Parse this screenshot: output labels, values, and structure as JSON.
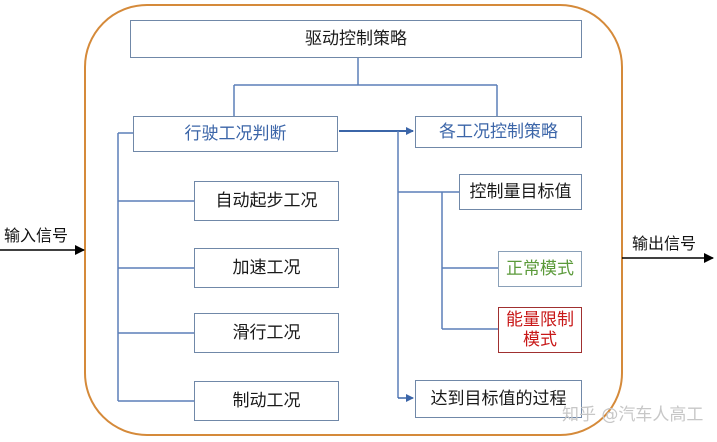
{
  "diagram": {
    "top_box": "驱动控制策略",
    "left_branch": {
      "title": "行驶工况判断",
      "items": [
        "自动起步工况",
        "加速工况",
        "滑行工况",
        "制动工况"
      ]
    },
    "right_branch": {
      "title": "各工况控制策略",
      "target_box": "控制量目标值",
      "modes": [
        "正常模式",
        "能量限制模式"
      ],
      "mode_lines": [
        "能量限制",
        "模式"
      ],
      "process_box": "达到目标值的过程"
    },
    "input_label": "输入信号",
    "output_label": "输出信号"
  },
  "watermark": "知乎 @汽车人高工",
  "colors": {
    "container_border": "#d58a3a",
    "box_border": "#7088a8",
    "connector": "#5b7fb8",
    "title_blue": "#3b65a8",
    "mode_green": "#5b9a3a",
    "mode_red": "#c81818",
    "signal_arrow": "#000000"
  }
}
